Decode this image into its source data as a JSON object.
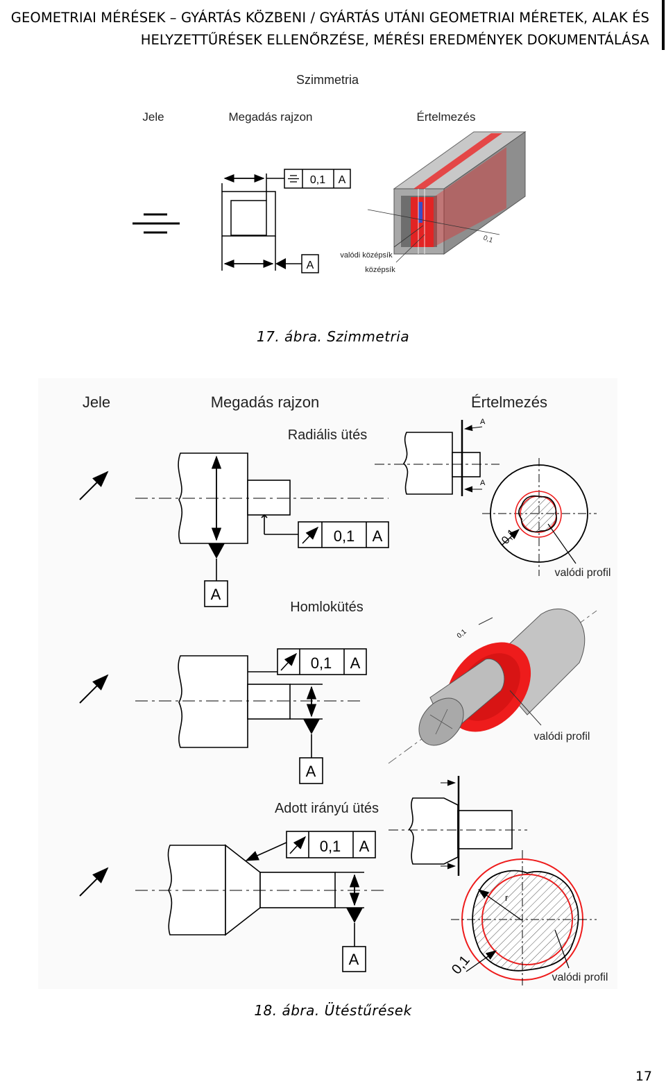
{
  "header": {
    "line1": "GEOMETRIAI MÉRÉSEK – GYÁRTÁS KÖZBENI / GYÁRTÁS UTÁNI GEOMETRIAI MÉRETEK, ALAK ÉS",
    "line2": "HELYZETTŰRÉSEK ELLENŐRZÉSE, MÉRÉSI EREDMÉNYEK DOKUMENTÁLÁSA"
  },
  "figure17": {
    "title": "Szimmetria",
    "col_symbol": "Jele",
    "col_drawing": "Megadás rajzon",
    "col_meaning": "Értelmezés",
    "tolerance": "0,1",
    "datum": "A",
    "label_real_midplane": "valódi középsík",
    "label_midplane": "középsík",
    "dim_label": "0,1",
    "caption": "17. ábra. Szimmetria"
  },
  "figure18": {
    "col_symbol": "Jele",
    "col_drawing": "Megadás rajzon",
    "col_meaning": "Értelmezés",
    "radial_title": "Radiális ütés",
    "axial_title": "Homlokütés",
    "directional_title": "Adott irányú ütés",
    "tolerance": "0,1",
    "datum": "A",
    "real_profile": "valódi profil",
    "radius": "r",
    "caption": "18. ábra. Ütéstűrések"
  },
  "page_number": "17",
  "colors": {
    "tolerance_zone": "#ee1c1c",
    "outline": "#000000",
    "solid_grey": "#b9b9b9"
  }
}
